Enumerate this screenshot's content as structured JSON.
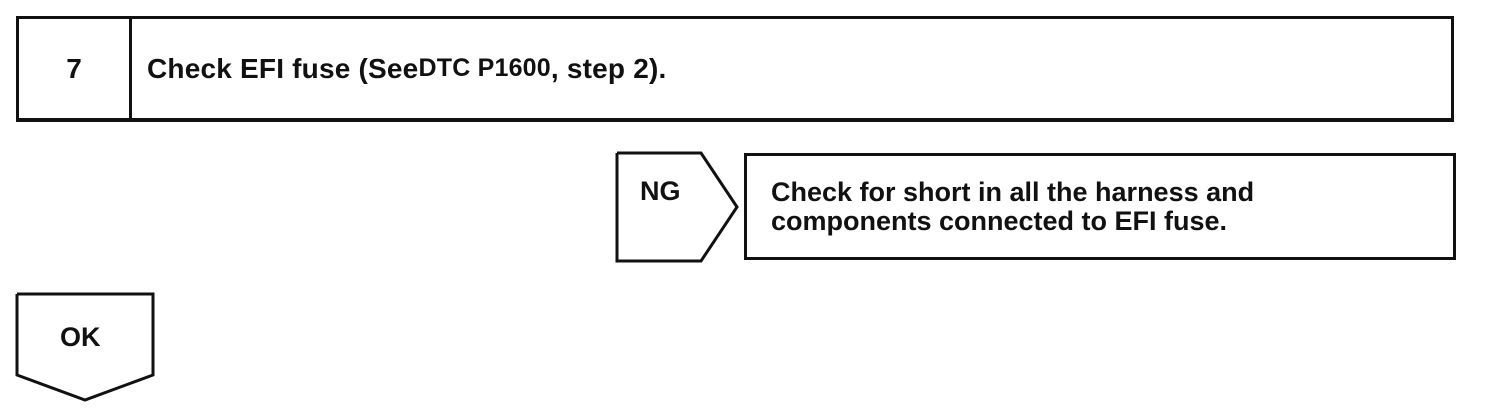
{
  "step": {
    "number": "7",
    "text_main": "Check EFI fuse (See ",
    "text_ref": "DTC P1600",
    "text_tail": ", step 2)."
  },
  "ng": {
    "label": "NG",
    "result_lines": [
      "Check for short in all the harness and",
      "components connected to EFI fuse."
    ]
  },
  "ok": {
    "label": "OK"
  }
}
